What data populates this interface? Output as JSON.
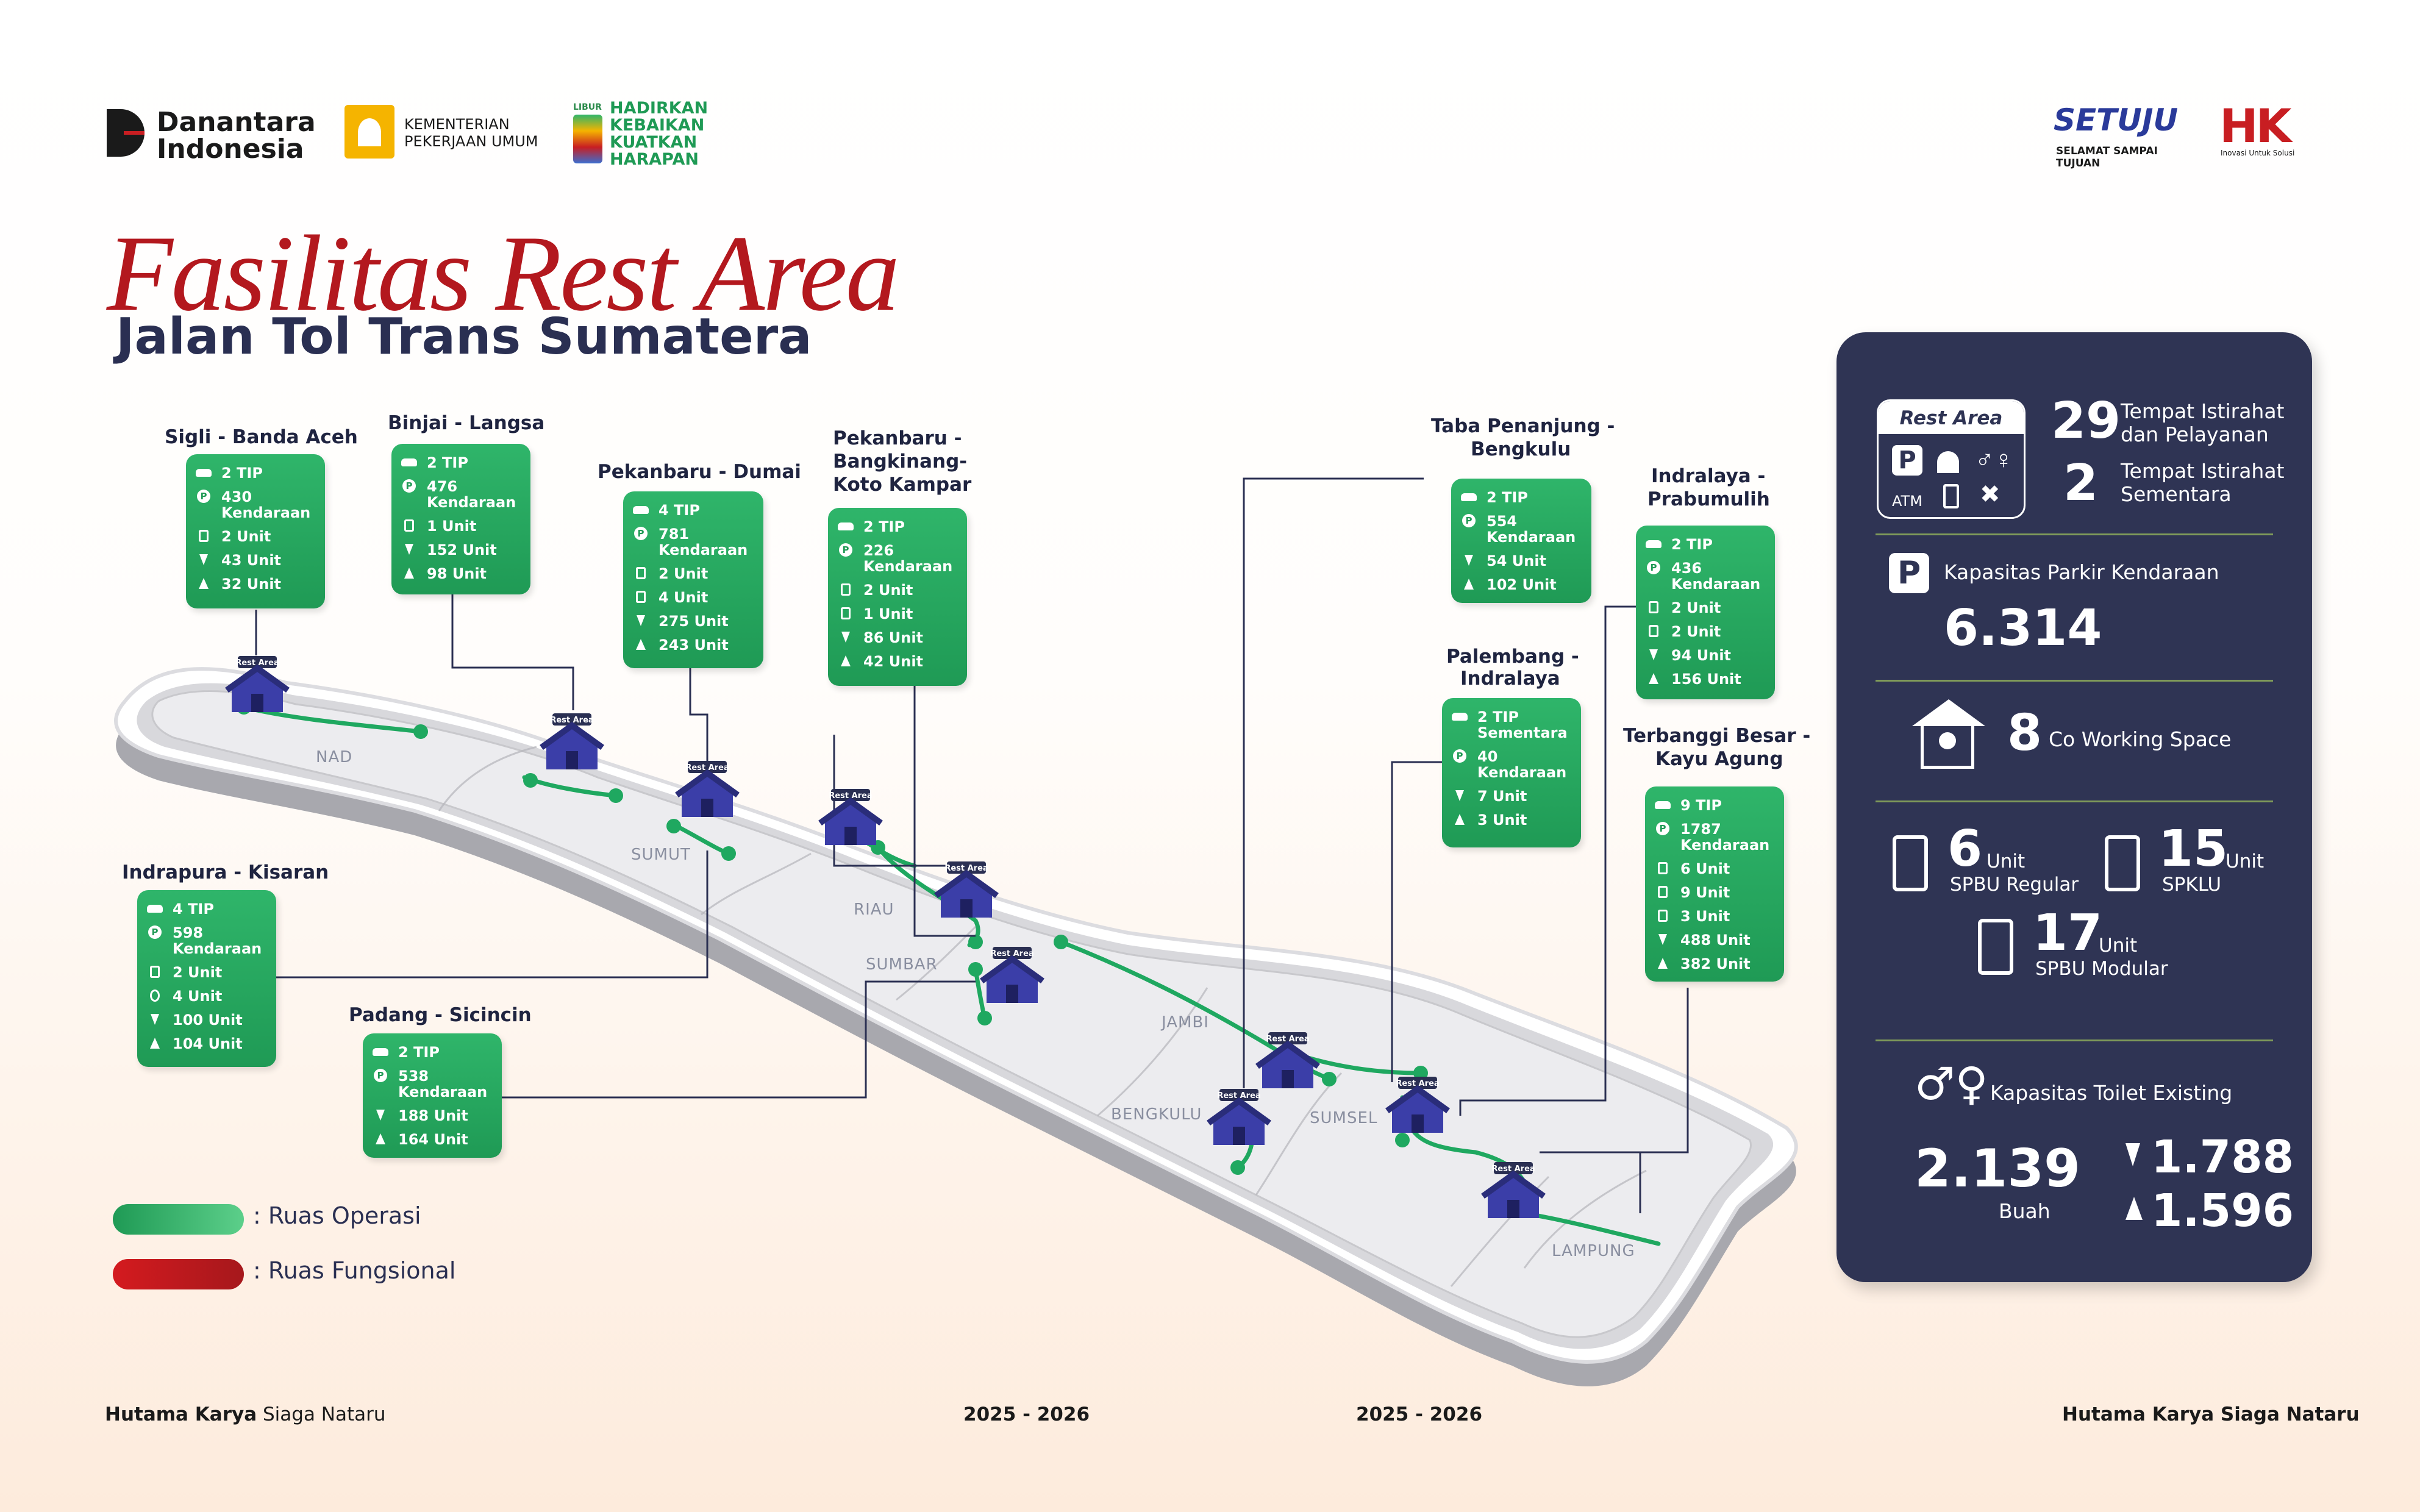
{
  "logos": {
    "danantara_line1": "Danantara",
    "danantara_line2": "Indonesia",
    "pu_line1": "KEMENTERIAN",
    "pu_line2": "PEKERJAAN UMUM",
    "libur_small": "LIBUR",
    "libur_l1": "HADIRKAN",
    "libur_l2": "KEBAIKAN",
    "libur_l3": "KUATKAN",
    "libur_l4": "HARAPAN",
    "setuju": "SETUJU",
    "setuju_sub": "SELAMAT SAMPAI TUJUAN",
    "hk": "HK",
    "hk_sub": "Inovasi Untuk Solusi"
  },
  "title": "Fasilitas Rest Area",
  "subtitle": "Jalan Tol Trans Sumatera",
  "regions": {
    "nad": "NAD",
    "sumut": "SUMUT",
    "riau": "RIAU",
    "sumbar": "SUMBAR",
    "jambi": "JAMBI",
    "bengkulu": "BENGKULU",
    "sumsel": "SUMSEL",
    "lampung": "LAMPUNG"
  },
  "rest_area_tag": "Rest Area",
  "segments": {
    "sigli": {
      "title": "Sigli - Banda Aceh",
      "r1": "2 TIP",
      "r2": "430 Kendaraan",
      "r3": "2 Unit",
      "r4": "43 Unit",
      "r5": "32 Unit"
    },
    "binjai": {
      "title": "Binjai - Langsa",
      "r1": "2 TIP",
      "r2": "476 Kendaraan",
      "r3": "1 Unit",
      "r4": "152 Unit",
      "r5": "98 Unit"
    },
    "dumai": {
      "title": "Pekanbaru - Dumai",
      "r1": "4 TIP",
      "r2": "781 Kendaraan",
      "r3": "2 Unit",
      "r4": "4 Unit",
      "r5": "275 Unit",
      "r6": "243 Unit"
    },
    "kampar": {
      "title": "Pekanbaru - Bangkinang- Koto Kampar",
      "t1": "Pekanbaru -",
      "t2": "Bangkinang-",
      "t3": "Koto Kampar",
      "r1": "2 TIP",
      "r2": "226 Kendaraan",
      "r3": "2 Unit",
      "r4": "1 Unit",
      "r5": "86 Unit",
      "r6": "42 Unit"
    },
    "indrapura": {
      "title": "Indrapura - Kisaran",
      "r1": "4 TIP",
      "r2": "598 Kendaraan",
      "r3": "2 Unit",
      "r4": "4 Unit",
      "r5": "100 Unit",
      "r6": "104 Unit"
    },
    "padang": {
      "title": "Padang - Sicincin",
      "r1": "2 TIP",
      "r2": "538 Kendaraan",
      "r3": "188 Unit",
      "r4": "164 Unit"
    },
    "bengkulu": {
      "t1": "Taba Penanjung -",
      "t2": "Bengkulu",
      "r1": "2 TIP",
      "r2": "554 Kendaraan",
      "r3": "54 Unit",
      "r4": "102 Unit"
    },
    "palembang": {
      "t1": "Palembang -",
      "t2": "Indralaya",
      "r1": "2 TIP Sementara",
      "r2": "40 Kendaraan",
      "r3": "7 Unit",
      "r4": "3 Unit"
    },
    "prabumulih": {
      "t1": "Indralaya -",
      "t2": "Prabumulih",
      "r1": "2 TIP",
      "r2": "436 Kendaraan",
      "r3": "2 Unit",
      "r4": "2 Unit",
      "r5": "94 Unit",
      "r6": "156 Unit"
    },
    "terbanggi": {
      "t1": "Terbanggi Besar -",
      "t2": "Kayu Agung",
      "r1": "9 TIP",
      "r2": "1787 Kendaraan",
      "r3": "6 Unit",
      "r4": "9 Unit",
      "r5": "3 Unit",
      "r6": "488 Unit",
      "r7": "382 Unit"
    }
  },
  "legend": {
    "operasi": ": Ruas Operasi",
    "fungsional": ": Ruas Fungsional",
    "operasi_color": "#2fb56a",
    "fungsional_color": "#c81e22"
  },
  "footer": {
    "left_bold": "Hutama Karya",
    "left_rest": " Siaga Nataru",
    "year1": "2025 - 2026",
    "year2": "2025 - 2026",
    "right": "Hutama Karya Siaga Nataru"
  },
  "panel": {
    "rest_area_label": "Rest Area",
    "atm": "ATM",
    "tip_count": "29",
    "tip_l1": "Tempat Istirahat",
    "tip_l2": "dan Pelayanan",
    "tis_count": "2",
    "tis_l1": "Tempat Istirahat",
    "tis_l2": "Sementara",
    "parking_label": "Kapasitas Parkir Kendaraan",
    "parking_value": "6.314",
    "cowork_count": "8",
    "cowork_label": "Co Working Space",
    "spbu_count": "6",
    "spbu_unit": "Unit",
    "spbu_label": "SPBU Regular",
    "spklu_count": "15",
    "spklu_unit": "Unit",
    "spklu_label": "SPKLU",
    "modular_count": "17",
    "modular_unit": "Unit",
    "modular_label": "SPBU Modular",
    "toilet_label": "Kapasitas Toilet Existing",
    "toilet_total": "2.139",
    "toilet_unit": "Buah",
    "toilet_men": "1.788",
    "toilet_women": "1.596",
    "panel_color": "#2f3454"
  }
}
